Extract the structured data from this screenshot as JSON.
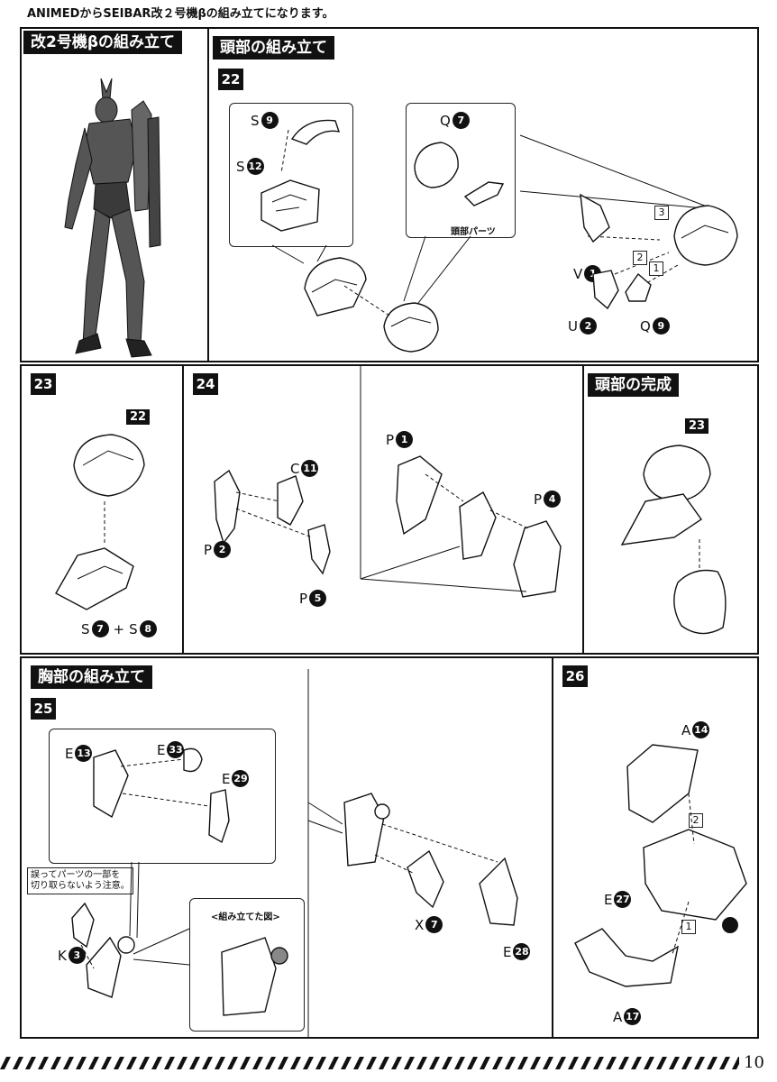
{
  "header": {
    "text": "ANIMEDからSEIBAR改２号機βの組み立てになります。"
  },
  "sections": {
    "figure": {
      "title": "改2号機βの組み立て"
    },
    "head_assembly": {
      "title": "頭部の組み立て",
      "step": "22"
    },
    "step23": {
      "step": "23",
      "ref": "22"
    },
    "step24": {
      "step": "24"
    },
    "head_complete": {
      "title": "頭部の完成",
      "ref": "23"
    },
    "chest_assembly": {
      "title": "胸部の組み立て",
      "step": "25"
    },
    "step26": {
      "step": "26"
    }
  },
  "labels": {
    "s9": {
      "letter": "S",
      "num": "9"
    },
    "s12": {
      "letter": "S",
      "num": "12"
    },
    "q7": {
      "letter": "Q",
      "num": "7"
    },
    "head_parts": "頭部パーツ",
    "v1": {
      "letter": "V",
      "num": "1"
    },
    "u2": {
      "letter": "U",
      "num": "2"
    },
    "q9": {
      "letter": "Q",
      "num": "9"
    },
    "order1": "1",
    "order2": "2",
    "order3": "3",
    "s7": {
      "letter": "S",
      "num": "7"
    },
    "plus": "+",
    "s8": {
      "letter": "S",
      "num": "8"
    },
    "c11": {
      "letter": "C",
      "num": "11"
    },
    "p2": {
      "letter": "P",
      "num": "2"
    },
    "p5": {
      "letter": "P",
      "num": "5"
    },
    "p1": {
      "letter": "P",
      "num": "1"
    },
    "p4": {
      "letter": "P",
      "num": "4"
    },
    "e13": {
      "letter": "E",
      "num": "13"
    },
    "e33": {
      "letter": "E",
      "num": "33"
    },
    "e29": {
      "letter": "E",
      "num": "29"
    },
    "caution": [
      "誤ってパーツの一部を",
      "切り取らないよう注意。"
    ],
    "k3": {
      "letter": "K",
      "num": "3"
    },
    "assembled_view": "<組み立てた図>",
    "x7": {
      "letter": "X",
      "num": "7"
    },
    "e28": {
      "letter": "E",
      "num": "28"
    },
    "a14": {
      "letter": "A",
      "num": "14"
    },
    "e27": {
      "letter": "E",
      "num": "27"
    },
    "a17": {
      "letter": "A",
      "num": "17"
    },
    "s26_order2": "2",
    "s26_order1": "1"
  },
  "footer": {
    "page": "10"
  },
  "colors": {
    "ink": "#111111",
    "paper": "#ffffff",
    "shade": "#9a9a9a"
  }
}
